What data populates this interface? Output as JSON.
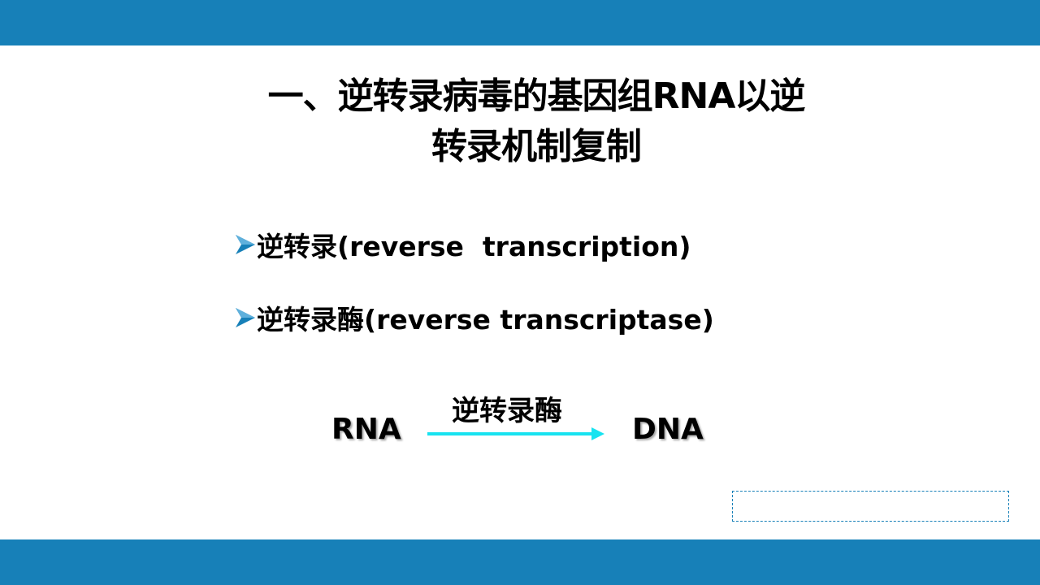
{
  "slide": {
    "title_line1": "一、逆转录病毒的基因组RNA以逆",
    "title_line2": "转录机制复制",
    "bullets": [
      {
        "icon": "arrow-bullet-icon",
        "text": "逆转录(reverse  transcription)"
      },
      {
        "icon": "arrow-bullet-icon",
        "text": "逆转录酶(reverse transcriptase)"
      }
    ],
    "diagram": {
      "from": "RNA",
      "to": "DNA",
      "enzyme": "逆转录酶",
      "arrow_icon": "right-arrow-icon"
    }
  },
  "colors": {
    "bar": "#1780b8",
    "arrow": "#17e3f0",
    "bullet": "#1780b8"
  }
}
